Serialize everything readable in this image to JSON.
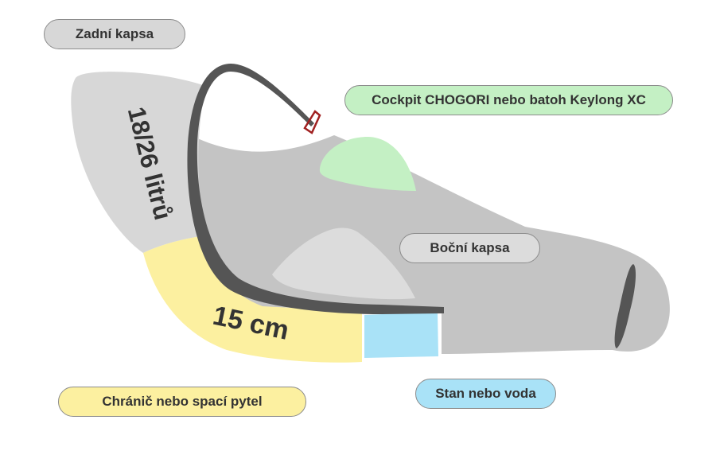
{
  "labels": {
    "back_pocket": "Zadní kapsa",
    "cockpit": "Cockpit CHOGORI nebo batoh Keylong XC",
    "side_pocket": "Boční kapsa",
    "protector": "Chránič nebo spací pytel",
    "tent_water": "Stan nebo voda"
  },
  "annotations": {
    "volume": "18/26 litrů",
    "thickness": "15 cm"
  },
  "colors": {
    "body": "#c4c4c4",
    "back_pocket": "#d7d7d7",
    "cockpit": "#c4f0c4",
    "side_pocket": "#dcdcdc",
    "protector": "#fcf0a0",
    "tent_water": "#a9e2f7",
    "strap": "#555555",
    "buckle": "#a02020"
  }
}
